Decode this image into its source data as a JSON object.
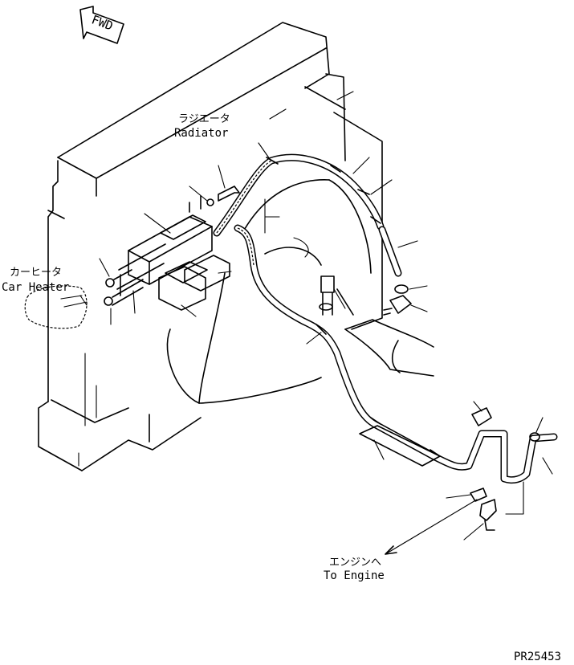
{
  "fwd_label": "FWD",
  "labels": {
    "radiator_jp": "ラジエータ",
    "radiator_en": "Radiator",
    "car_heater_jp": "カーヒータ",
    "car_heater_en": "Car Heater",
    "to_engine_jp": "エンジンへ",
    "to_engine_en": "To Engine"
  },
  "drawing_code": "PR25453"
}
